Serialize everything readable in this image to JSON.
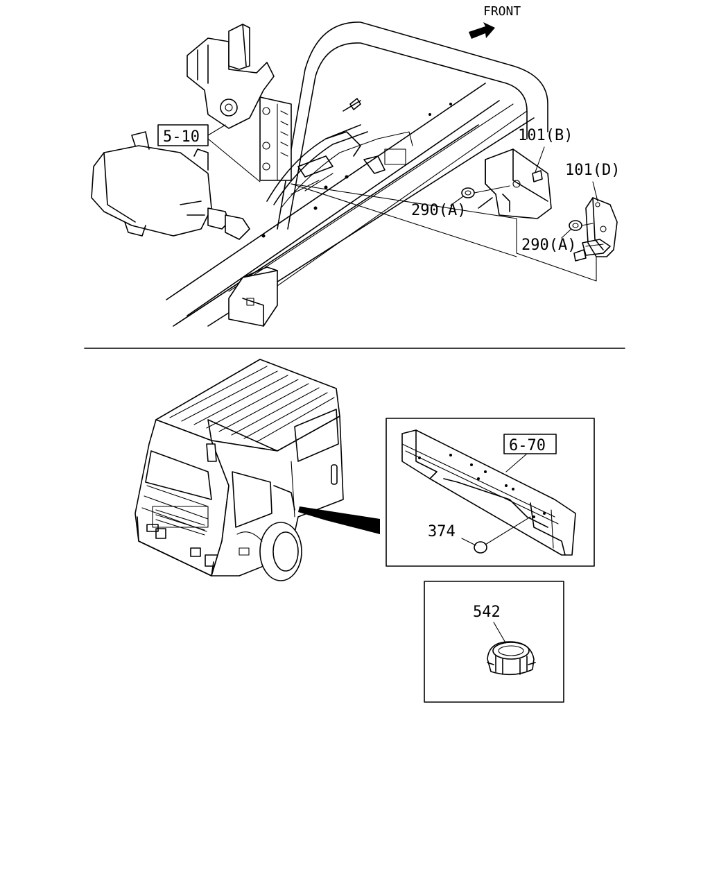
{
  "front_label": "FRONT",
  "callouts": {
    "ref_5_10": "5-10",
    "ref_6_70": "6-70",
    "p101b": "101(B)",
    "p101d": "101(D)",
    "p290a_1": "290(A)",
    "p290a_2": "290(A)",
    "p374": "374",
    "p542": "542"
  }
}
